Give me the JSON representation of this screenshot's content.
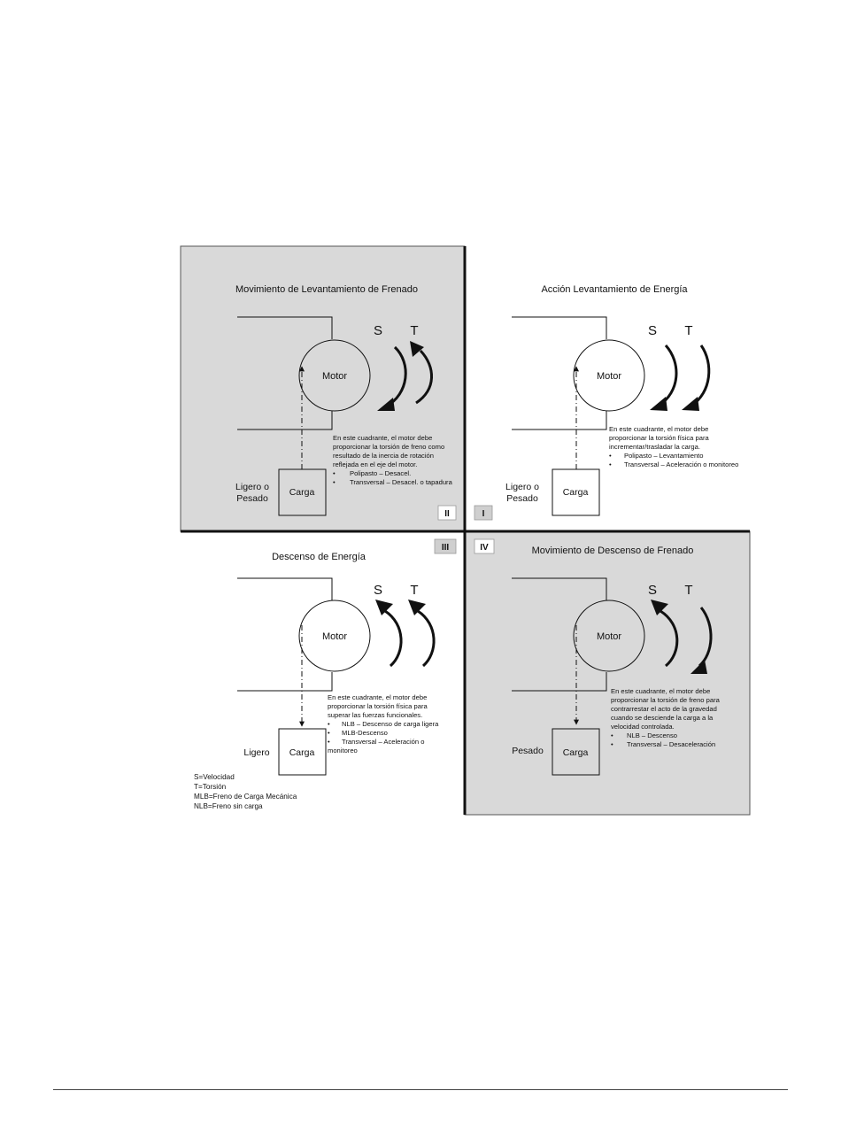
{
  "quadrants": [
    {
      "id": "II",
      "title": "Movimiento de Levantamiento de Frenado",
      "s_letter": "S",
      "t_letter": "T",
      "motor": "Motor",
      "load": "Carga",
      "weight_lines": [
        "Ligero o",
        "Pesado"
      ],
      "description": [
        "En este cuadrante, el motor debe",
        "proporcionar la torsión de freno como",
        "resultado de la inercia de rotación",
        "reflejada en el eje del motor."
      ],
      "bullets": [
        "Polipasto – Desacel.",
        "Transversal – Desacel. o tapadura"
      ],
      "badge": "II",
      "shaded": true
    },
    {
      "id": "I",
      "title": "Acción Levantamiento de Energía",
      "s_letter": "S",
      "t_letter": "T",
      "motor": "Motor",
      "load": "Carga",
      "weight_lines": [
        "Ligero o",
        "Pesado"
      ],
      "description": [
        "En este cuadrante, el motor debe",
        "proporcionar la torsión física para",
        "incrementar/trasladar la carga."
      ],
      "bullets": [
        "Polipasto – Levantamiento",
        "Transversal – Aceleración o monitoreo"
      ],
      "badge": "I",
      "shaded": false
    },
    {
      "id": "III",
      "title": "Descenso de Energía",
      "s_letter": "S",
      "t_letter": "T",
      "motor": "Motor",
      "load": "Carga",
      "weight_lines": [
        "Ligero"
      ],
      "description": [
        "En este cuadrante, el motor debe",
        "proporcionar la torsión física para",
        "superar las fuerzas funcionales."
      ],
      "bullets": [
        "NLB – Descenso de carga ligera",
        "MLB-Descenso",
        "Transversal – Aceleración o"
      ],
      "bullet_tail": "monitoreo",
      "badge": "III",
      "shaded": false
    },
    {
      "id": "IV",
      "title": "Movimiento de Descenso de Frenado",
      "s_letter": "S",
      "t_letter": "T",
      "motor": "Motor",
      "load": "Carga",
      "weight_lines": [
        "Pesado"
      ],
      "description": [
        "En este cuadrante, el motor debe",
        "proporcionar la torsión de freno para",
        "contrarrestar el acto de la gravedad",
        "cuando se desciende la carga a la",
        "velocidad controlada."
      ],
      "bullets": [
        "NLB – Descenso",
        "Transversal – Desaceleración"
      ],
      "badge": "IV",
      "shaded": true
    }
  ],
  "legend": [
    "S=Velocidad",
    "T=Torsión",
    "MLB=Freno de Carga Mecánica",
    "NLB=Freno sin carga"
  ],
  "colors": {
    "shade": "#d9d9d9",
    "badge_fill": "#cfcfcf",
    "ink": "#111111"
  }
}
